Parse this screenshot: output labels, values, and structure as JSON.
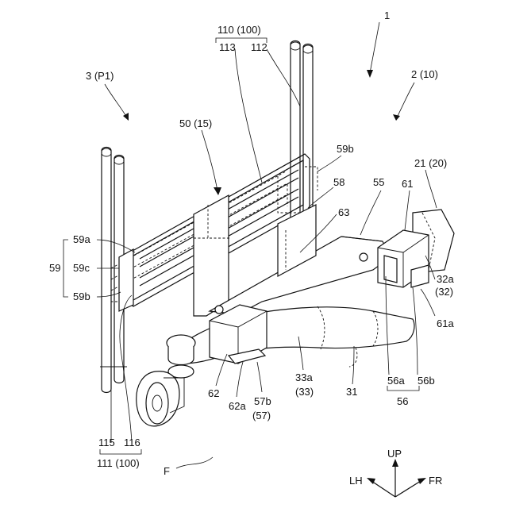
{
  "labels": {
    "l1": "1",
    "l3p1": "3 (P1)",
    "l110": "110 (100)",
    "l113": "113",
    "l112": "112",
    "l2_10": "2 (10)",
    "l50": "50 (15)",
    "l59b_top": "59b",
    "l21": "21 (20)",
    "l58": "58",
    "l55": "55",
    "l61": "61",
    "l63": "63",
    "l59a": "59a",
    "l59": "59",
    "l59c": "59c",
    "l59b": "59b",
    "l32a": "32a",
    "l32": "(32)",
    "l61a": "61a",
    "l33a": "33a",
    "l33": "(33)",
    "l31": "31",
    "l62": "62",
    "l62a": "62a",
    "l57b": "57b",
    "l57": "(57)",
    "l56a": "56a",
    "l56b": "56b",
    "l56": "56",
    "l115": "115",
    "l116": "116",
    "l111": "111 (100)",
    "lF": "F",
    "lUP": "UP",
    "lLH": "LH",
    "lFR": "FR"
  }
}
